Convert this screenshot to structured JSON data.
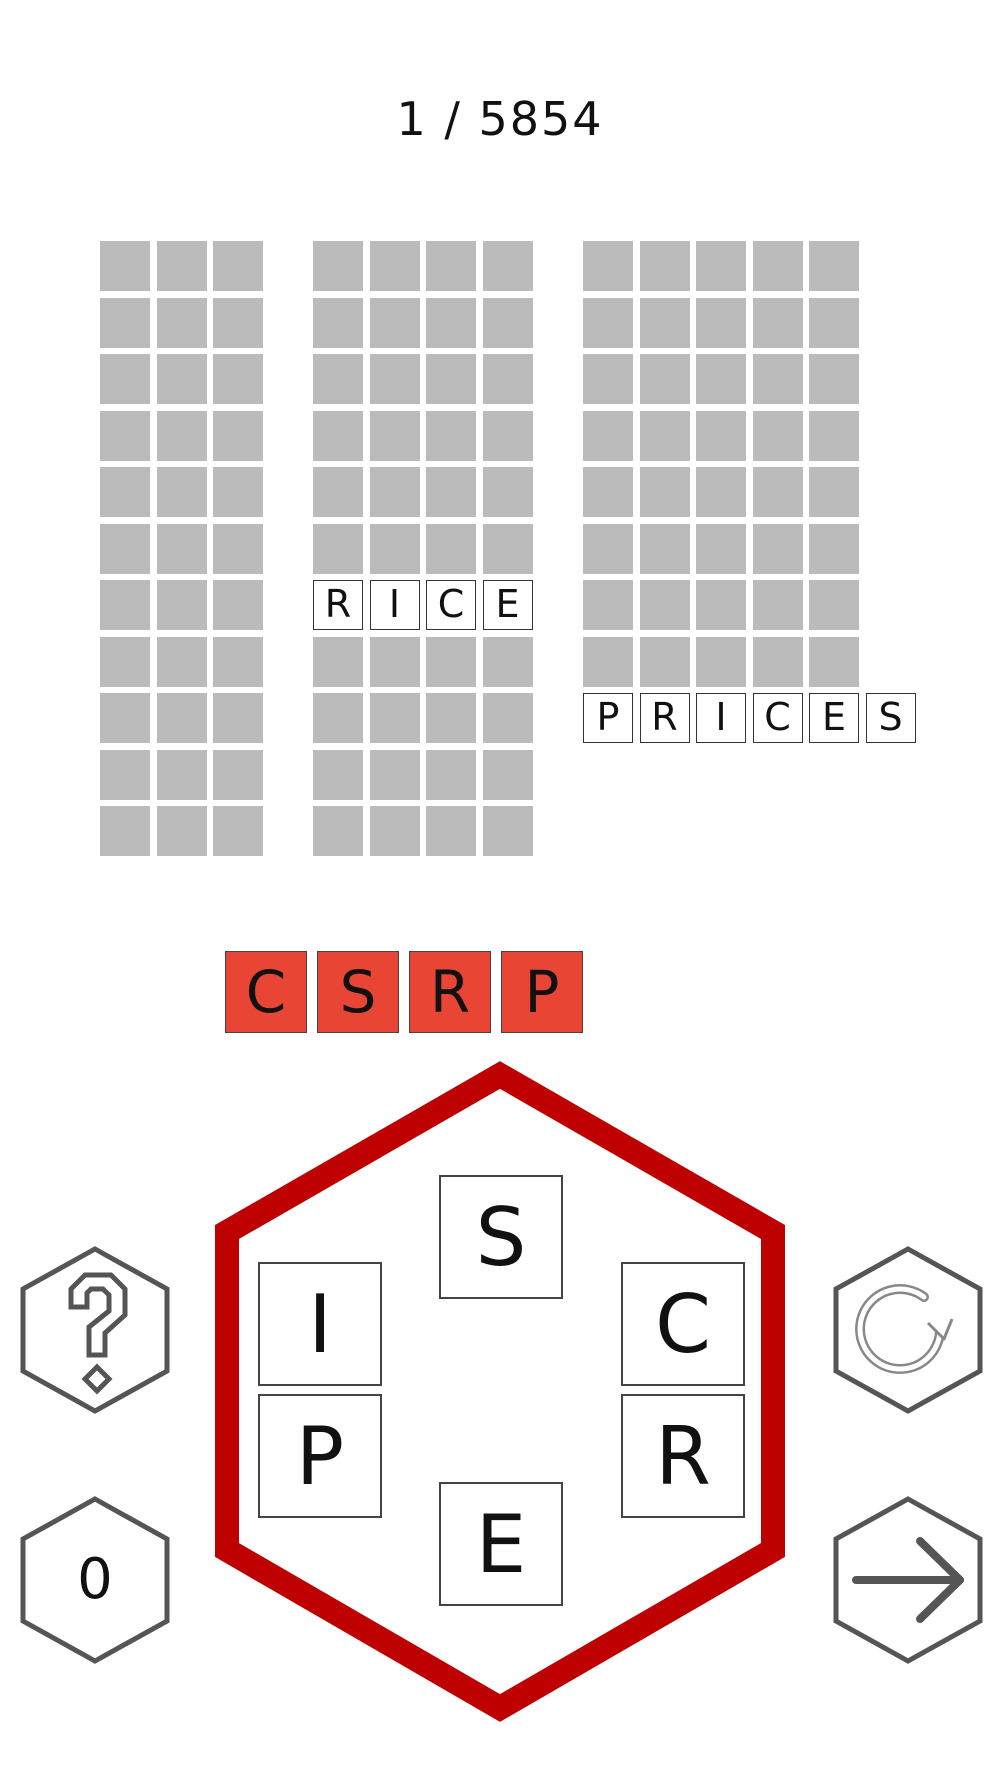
{
  "header": {
    "level": "1 / 5854"
  },
  "board": {
    "columns": [
      {
        "word_length": 3,
        "rows": [
          "",
          "",
          "",
          "",
          "",
          "",
          "",
          "",
          "",
          "",
          ""
        ]
      },
      {
        "word_length": 4,
        "rows": [
          "",
          "",
          "",
          "",
          "",
          "",
          "RICE",
          "",
          "",
          "",
          ""
        ]
      },
      {
        "word_length": 5,
        "rows": [
          "",
          "",
          "",
          "",
          "",
          "",
          "",
          "",
          "PRICES"
        ]
      }
    ]
  },
  "selection": {
    "letters": [
      "C",
      "S",
      "R",
      "P"
    ]
  },
  "wheel": {
    "letters": [
      "S",
      "C",
      "R",
      "E",
      "P",
      "I"
    ]
  },
  "controls": {
    "hint_count": "0"
  },
  "colors": {
    "empty_cell": "#bcbbbc",
    "selected_tile": "#e84535",
    "wheel_border": "#be0000",
    "button_outline": "#555555"
  },
  "icons": {
    "hint": "question-mark-icon",
    "shuffle": "shuffle-arrow-icon",
    "next": "arrow-right-icon"
  }
}
